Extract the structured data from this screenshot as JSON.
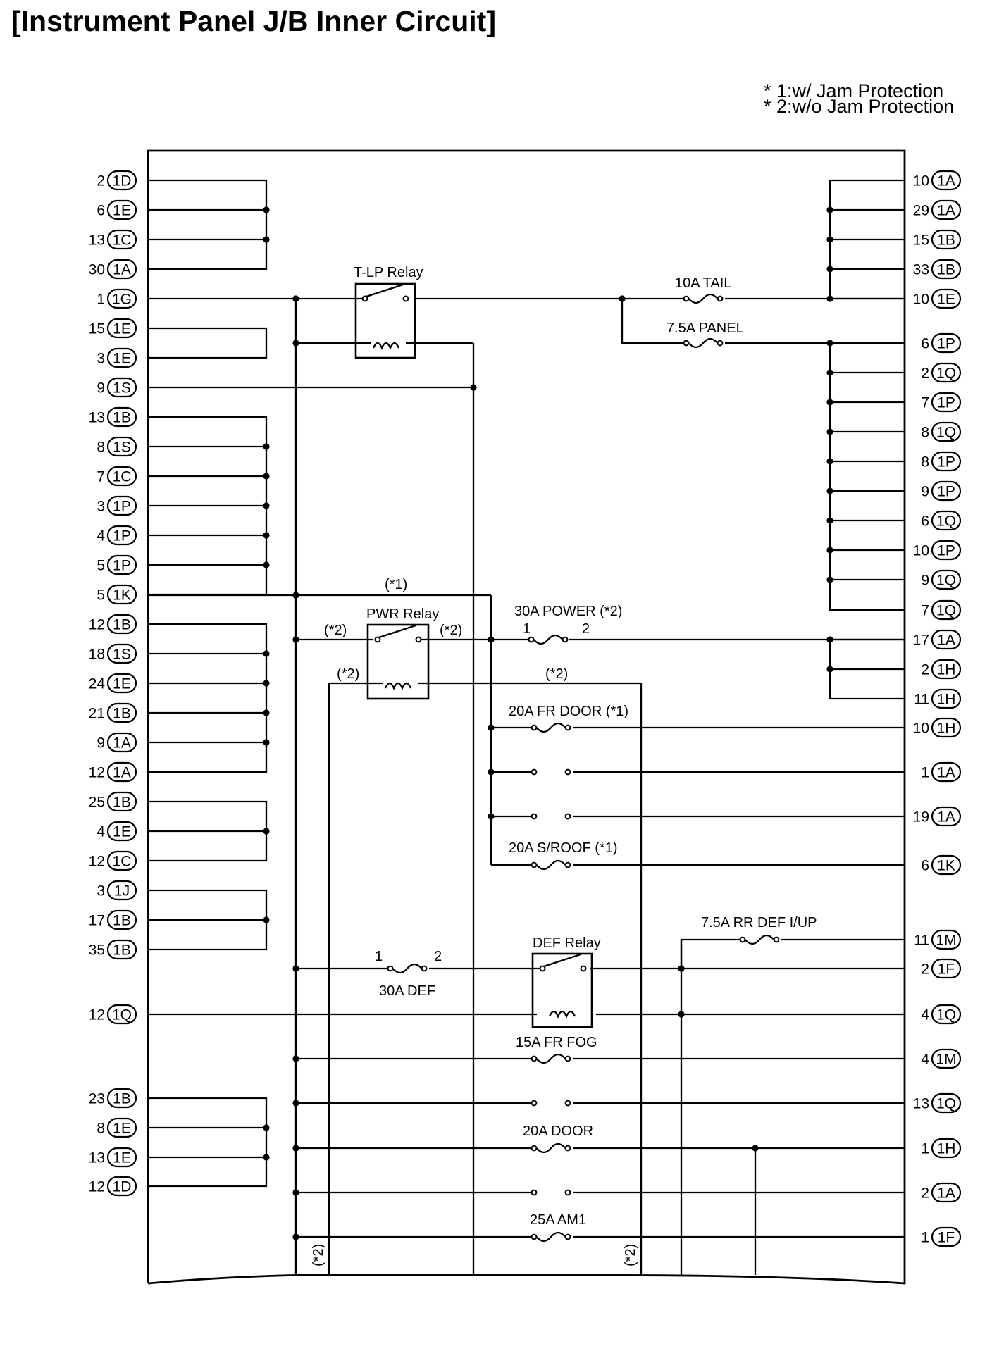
{
  "title": "[Instrument Panel J/B Inner Circuit]",
  "notes": [
    "* 1:w/ Jam Protection",
    "* 2:w/o Jam Protection"
  ],
  "left_terminals": [
    {
      "pin": "2",
      "conn": "1D"
    },
    {
      "pin": "6",
      "conn": "1E"
    },
    {
      "pin": "13",
      "conn": "1C"
    },
    {
      "pin": "30",
      "conn": "1A"
    },
    {
      "pin": "1",
      "conn": "1G"
    },
    {
      "pin": "15",
      "conn": "1E"
    },
    {
      "pin": "3",
      "conn": "1E"
    },
    {
      "pin": "9",
      "conn": "1S"
    },
    {
      "pin": "13",
      "conn": "1B"
    },
    {
      "pin": "8",
      "conn": "1S"
    },
    {
      "pin": "7",
      "conn": "1C"
    },
    {
      "pin": "3",
      "conn": "1P"
    },
    {
      "pin": "4",
      "conn": "1P"
    },
    {
      "pin": "5",
      "conn": "1P"
    },
    {
      "pin": "5",
      "conn": "1K"
    },
    {
      "pin": "12",
      "conn": "1B"
    },
    {
      "pin": "18",
      "conn": "1S"
    },
    {
      "pin": "24",
      "conn": "1E"
    },
    {
      "pin": "21",
      "conn": "1B"
    },
    {
      "pin": "9",
      "conn": "1A"
    },
    {
      "pin": "12",
      "conn": "1A"
    },
    {
      "pin": "25",
      "conn": "1B"
    },
    {
      "pin": "4",
      "conn": "1E"
    },
    {
      "pin": "12",
      "conn": "1C"
    },
    {
      "pin": "3",
      "conn": "1J"
    },
    {
      "pin": "17",
      "conn": "1B"
    },
    {
      "pin": "35",
      "conn": "1B"
    },
    {
      "pin": "12",
      "conn": "1Q"
    },
    {
      "pin": "23",
      "conn": "1B"
    },
    {
      "pin": "8",
      "conn": "1E"
    },
    {
      "pin": "13",
      "conn": "1E"
    },
    {
      "pin": "12",
      "conn": "1D"
    }
  ],
  "right_terminals": [
    {
      "pin": "10",
      "conn": "1A"
    },
    {
      "pin": "29",
      "conn": "1A"
    },
    {
      "pin": "15",
      "conn": "1B"
    },
    {
      "pin": "33",
      "conn": "1B"
    },
    {
      "pin": "10",
      "conn": "1E"
    },
    {
      "pin": "6",
      "conn": "1P"
    },
    {
      "pin": "2",
      "conn": "1Q"
    },
    {
      "pin": "7",
      "conn": "1P"
    },
    {
      "pin": "8",
      "conn": "1Q"
    },
    {
      "pin": "8",
      "conn": "1P"
    },
    {
      "pin": "9",
      "conn": "1P"
    },
    {
      "pin": "6",
      "conn": "1Q"
    },
    {
      "pin": "10",
      "conn": "1P"
    },
    {
      "pin": "9",
      "conn": "1Q"
    },
    {
      "pin": "7",
      "conn": "1Q"
    },
    {
      "pin": "17",
      "conn": "1A"
    },
    {
      "pin": "2",
      "conn": "1H"
    },
    {
      "pin": "11",
      "conn": "1H"
    },
    {
      "pin": "10",
      "conn": "1H"
    },
    {
      "pin": "1",
      "conn": "1A"
    },
    {
      "pin": "19",
      "conn": "1A"
    },
    {
      "pin": "6",
      "conn": "1K"
    },
    {
      "pin": "11",
      "conn": "1M"
    },
    {
      "pin": "2",
      "conn": "1F"
    },
    {
      "pin": "4",
      "conn": "1Q"
    },
    {
      "pin": "4",
      "conn": "1M"
    },
    {
      "pin": "13",
      "conn": "1Q"
    },
    {
      "pin": "1",
      "conn": "1H"
    },
    {
      "pin": "2",
      "conn": "1A"
    },
    {
      "pin": "1",
      "conn": "1F"
    }
  ],
  "components": {
    "tlp_relay": "T-LP Relay",
    "pwr_relay": "PWR Relay",
    "def_relay": "DEF Relay",
    "fuse_tail": "10A TAIL",
    "fuse_panel": "7.5A PANEL",
    "fuse_power": "30A POWER (*2)",
    "fuse_fr_door": "20A FR DOOR (*1)",
    "fuse_sroof": "20A S/ROOF (*1)",
    "fuse_rr_def": "7.5A RR DEF I/UP",
    "fuse_def": "30A DEF",
    "fuse_fr_fog": "15A FR FOG",
    "fuse_door": "20A DOOR",
    "fuse_am1": "25A AM1"
  },
  "marks": {
    "star1": "(*1)",
    "star2": "(*2)",
    "pin_1": "1",
    "pin_2": "2"
  }
}
